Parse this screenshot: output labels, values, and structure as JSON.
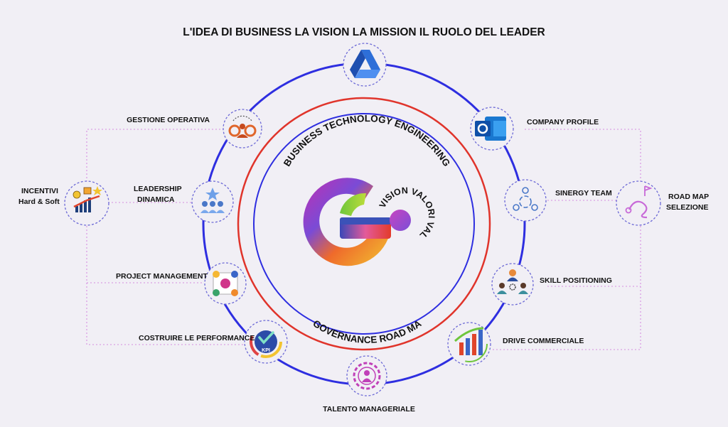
{
  "title": "L'IDEA DI BUSINESS  LA VISION LA MISSION IL RUOLO DEL LEADER",
  "inner_top_text": "BUSINESS TECHNOLOGY ENGINEERING",
  "inner_bottom_text": "GOVERNANCE ROAD MAP",
  "center_arc_text": "VISION VALORI VALORE",
  "colors": {
    "outer_ring": "#2e2ee0",
    "red_ring": "#e0342b",
    "inner_ring": "#2e2ee0",
    "connector": "#d58ee0",
    "background": "#f1eff5"
  },
  "nodes": {
    "gestione": {
      "label": "GESTIONE OPERATIVA",
      "icon": "gears-team-icon"
    },
    "leadership": {
      "label1": "LEADERSHIP",
      "label2": "DINAMICA",
      "icon": "team-star-icon"
    },
    "project": {
      "label": "PROJECT MANAGEMENT",
      "icon": "project-management-icon"
    },
    "costruire": {
      "label": "COSTRUIRE LE PERFORMANCE",
      "icon": "kpi-icon",
      "icon_text": "KPI"
    },
    "talento": {
      "label": "TALENTO MANAGERIALE",
      "icon": "manager-gear-icon"
    },
    "drive": {
      "label": "DRIVE COMMERCIALE",
      "icon": "bar-chart-icon"
    },
    "skill": {
      "label": "SKILL POSITIONING",
      "icon": "skill-people-icon"
    },
    "sinergy": {
      "label": "SINERGY TEAM",
      "icon": "cycle-people-icon"
    },
    "company": {
      "label": "COMPANY  PROFILE",
      "icon": "outlook-icon"
    },
    "roadmap": {
      "label1": "ROAD MAP",
      "label2": "SELEZIONE",
      "icon": "route-icon"
    },
    "incentivi": {
      "label1": "INCENTIVI",
      "label2": "Hard & Soft",
      "icon": "incentive-icon"
    },
    "top": {
      "icon": "drive-logo-icon"
    }
  }
}
